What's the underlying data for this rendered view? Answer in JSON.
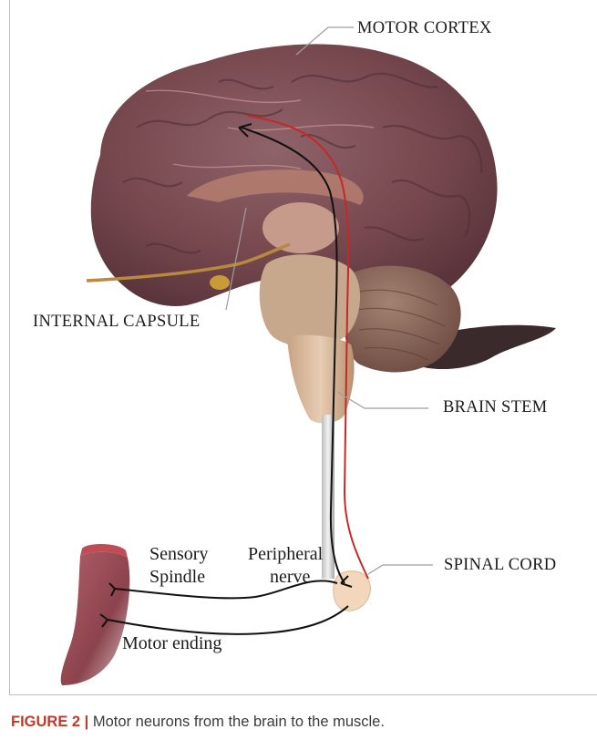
{
  "labels": {
    "motor_cortex": "MOTOR CORTEX",
    "internal_capsule": "INTERNAL CAPSULE",
    "brain_stem": "BRAIN STEM",
    "spinal_cord": "SPINAL CORD",
    "sensory_line1": "Sensory",
    "sensory_line2": "Spindle",
    "peripheral_line1": "Peripheral",
    "peripheral_line2": "nerve",
    "motor_ending": "Motor ending"
  },
  "caption": {
    "number": "FIGURE 2 |",
    "text": " Motor neurons from the brain to the muscle."
  },
  "colors": {
    "motor_pathway": "#c62828",
    "sensory_pathway": "#111111",
    "brain": "#7b4f55",
    "cerebellum": "#8a6a5e",
    "brainstem": "#d8b596",
    "muscle": "#a0545a"
  }
}
